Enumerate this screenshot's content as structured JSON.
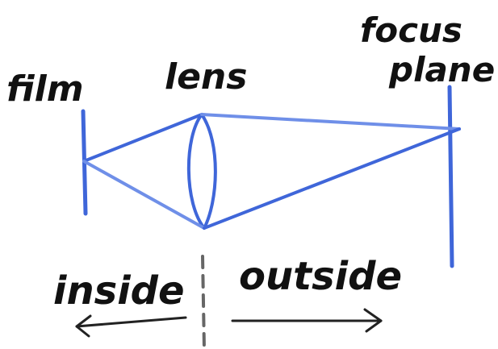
{
  "labels": {
    "film": "film",
    "lens": "lens",
    "focus_line1": "focus",
    "focus_line2": "plane",
    "inside": "inside",
    "outside": "outside"
  },
  "colors": {
    "ink": "#111111",
    "blue": "#3f66d9",
    "blue_light": "#6f8fe8",
    "dash": "#666666"
  }
}
